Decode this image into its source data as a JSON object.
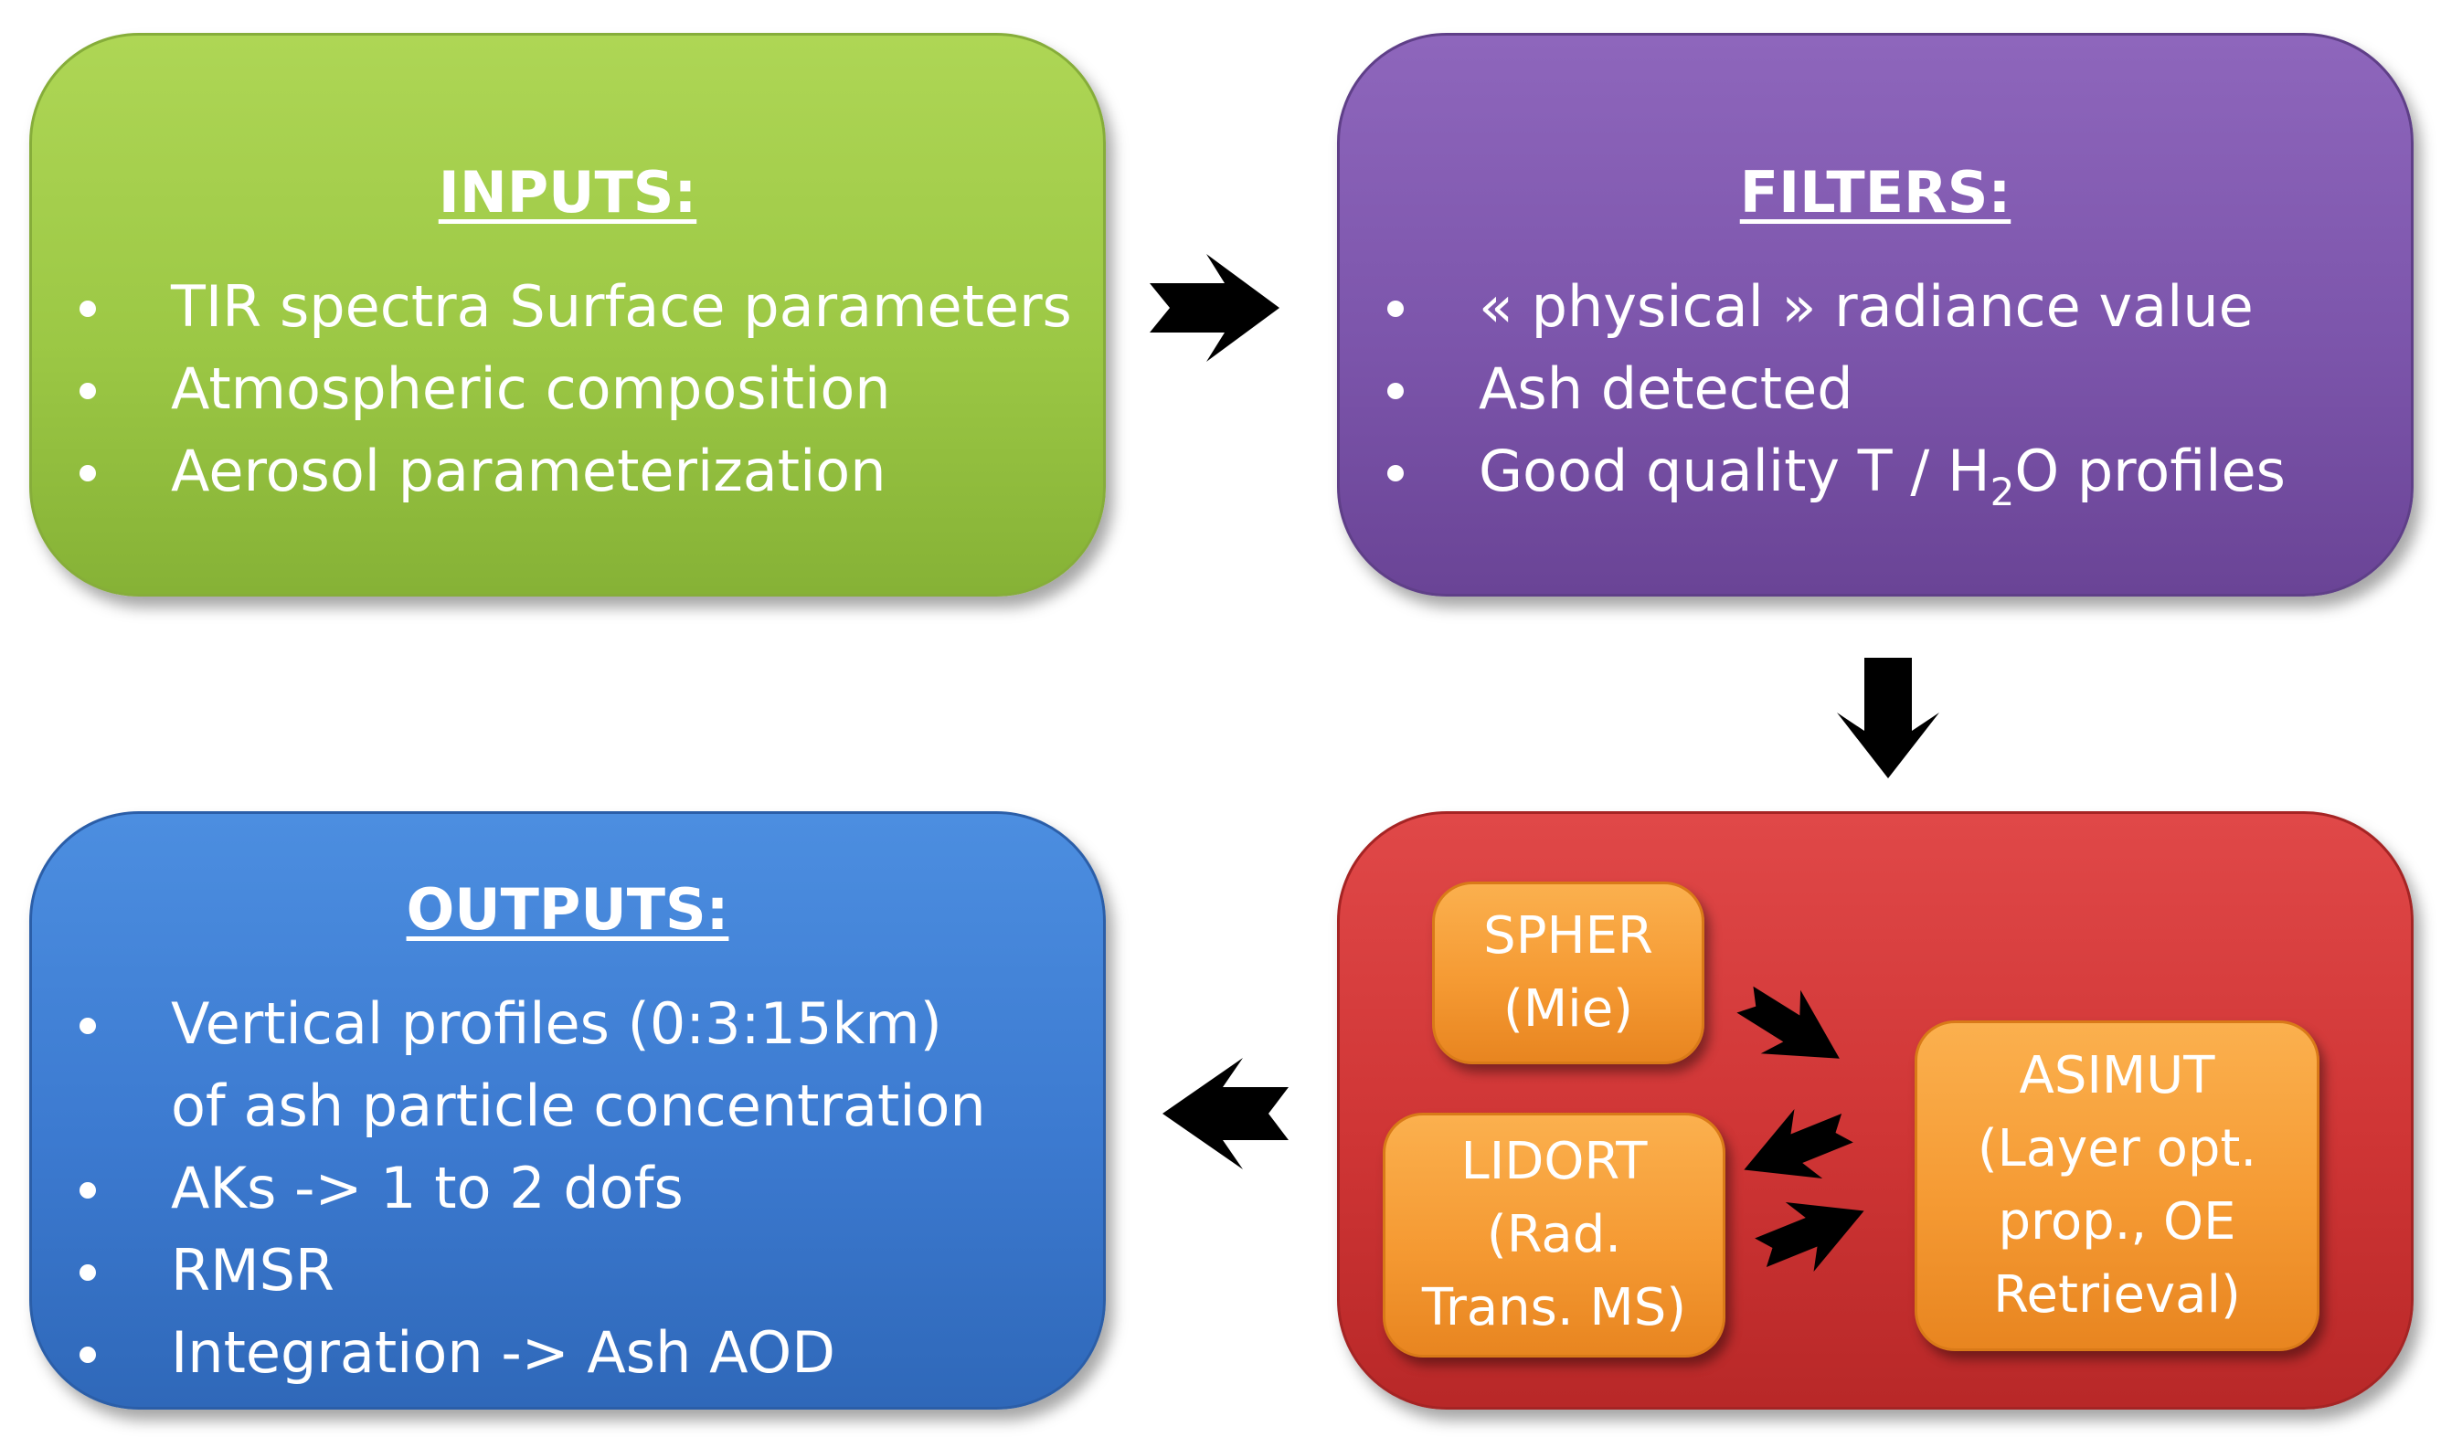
{
  "inputs": {
    "title": "INPUTS:",
    "items": [
      "TIR spectra Surface parameters",
      "Atmospheric composition",
      "Aerosol parameterization"
    ]
  },
  "filters": {
    "title": "FILTERS:",
    "item1": "« physical » radiance value",
    "item2": "Ash detected",
    "item3_prefix": "Good quality T / H",
    "item3_sub": "2",
    "item3_suffix": "O profiles"
  },
  "outputs": {
    "title": "OUTPUTS:",
    "items": [
      "Vertical profiles (0:3:15km) of ash particle concentration",
      "AKs -> 1 to 2 dofs",
      "RMSR",
      "Integration -> Ash AOD"
    ]
  },
  "core": {
    "spher": {
      "line1": "SPHER",
      "line2": "(Mie)"
    },
    "lidort": {
      "line1": "LIDORT",
      "line2": "(Rad.",
      "line3": "Trans. MS)"
    },
    "asimut": {
      "line1": "ASIMUT",
      "line2": "(Layer opt.",
      "line3": "prop., OE",
      "line4": "Retrieval)"
    }
  },
  "colors": {
    "inputs": "#9cc845",
    "filters": "#7c55ab",
    "outputs": "#3c7ad0",
    "core": "#cf3535",
    "module": "#f59a33",
    "arrow": "#000000"
  }
}
